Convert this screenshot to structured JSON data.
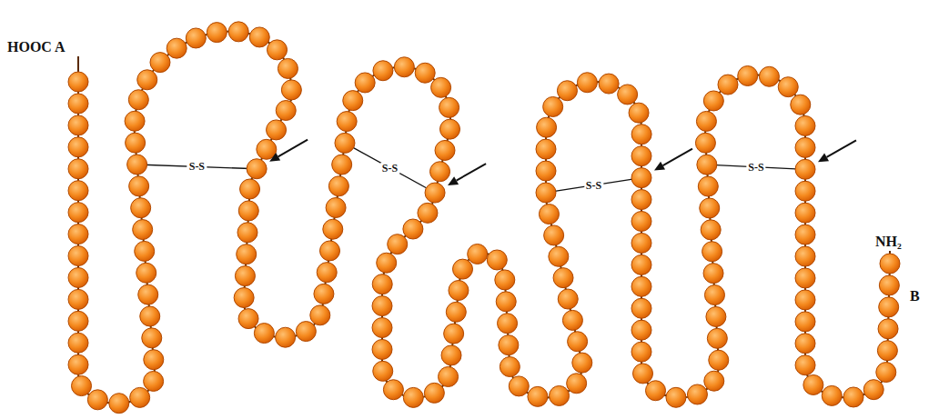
{
  "diagram": {
    "labels": [
      "HOOC A",
      "NH₂",
      "B",
      "S-S",
      "S-S",
      "S-S",
      "S-S"
    ]
  }
}
